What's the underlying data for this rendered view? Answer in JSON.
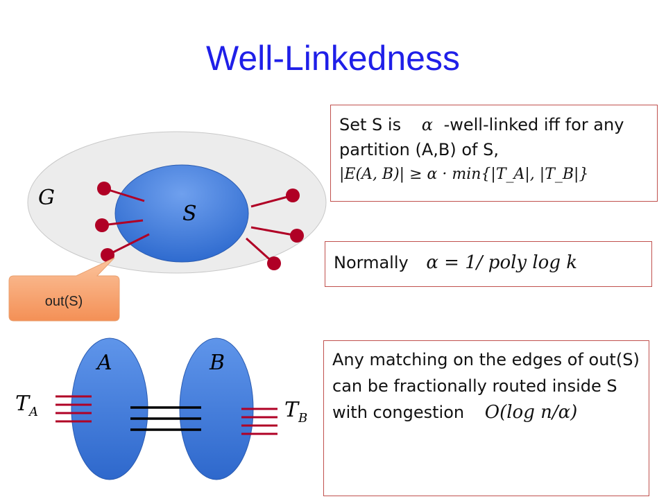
{
  "title": "Well-Linkedness",
  "diagram": {
    "graph_label": "G",
    "set_label": "S",
    "callout_label": "out(S)",
    "part_a_label": "A",
    "part_b_label": "B",
    "terminals_a_label": "T_A",
    "terminals_b_label": "T_B",
    "colors": {
      "outer_ellipse": "#ececec",
      "set_fill": "#3a76d6",
      "edge": "#b00025",
      "callout": "#f7a06a",
      "box_border": "#c0504d",
      "title": "#1f1fe8"
    }
  },
  "definition": {
    "part1": "Set S is",
    "alpha": "α",
    "part2": "-well-linked iff for any partition (A,B) of S,",
    "formula": "|E(A, B)| ≥ α · min{|T_A|, |T_B|}"
  },
  "normally": {
    "label": "Normally",
    "formula": "α = 1/ poly log k"
  },
  "routing": {
    "text": "Any matching on the edges of out(S) can be fractionally routed inside S with congestion",
    "formula": "O(log n/α)"
  }
}
